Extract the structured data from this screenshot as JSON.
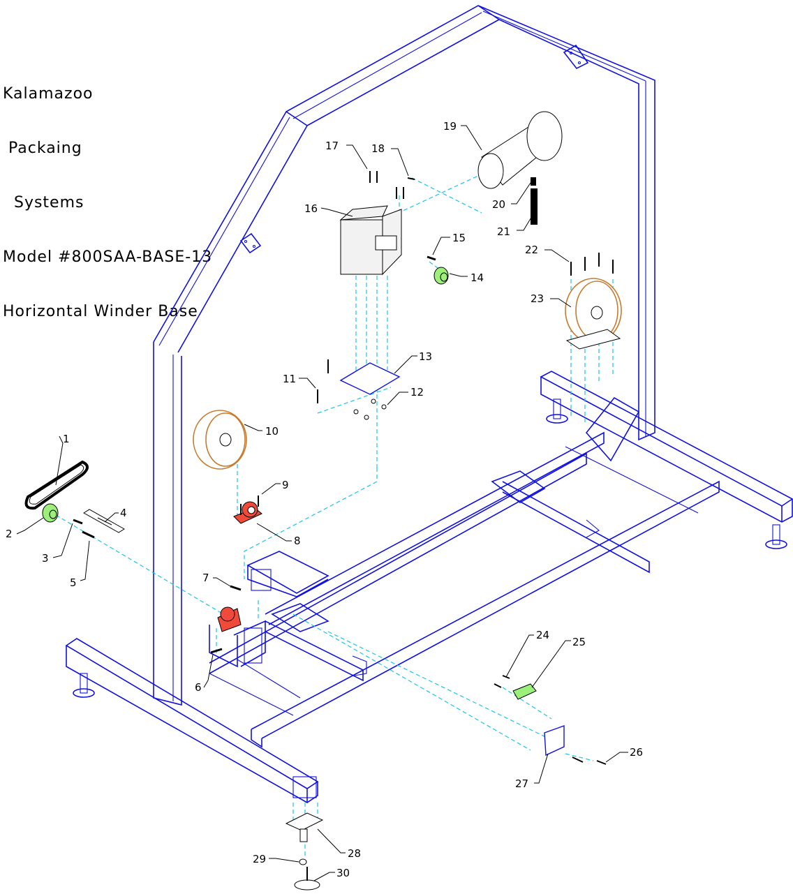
{
  "title_block": {
    "line1": "Kalamazoo",
    "line2": " Packaing",
    "line3": "  Systems",
    "line4": "Model #800SAA-BASE-13",
    "line5": "Horizontal Winder Base"
  },
  "colors": {
    "frame": "#1010e0",
    "hidden_lines": "#19c6e6",
    "wheels": "#c87a2c",
    "highlight_green": "#9cf07a",
    "highlight_red": "#f04a3a"
  },
  "callouts": [
    "1",
    "2",
    "3",
    "4",
    "5",
    "6",
    "7",
    "8",
    "9",
    "10",
    "11",
    "12",
    "13",
    "14",
    "15",
    "16",
    "17",
    "18",
    "19",
    "20",
    "21",
    "22",
    "23",
    "24",
    "25",
    "26",
    "27",
    "28",
    "29",
    "30"
  ]
}
